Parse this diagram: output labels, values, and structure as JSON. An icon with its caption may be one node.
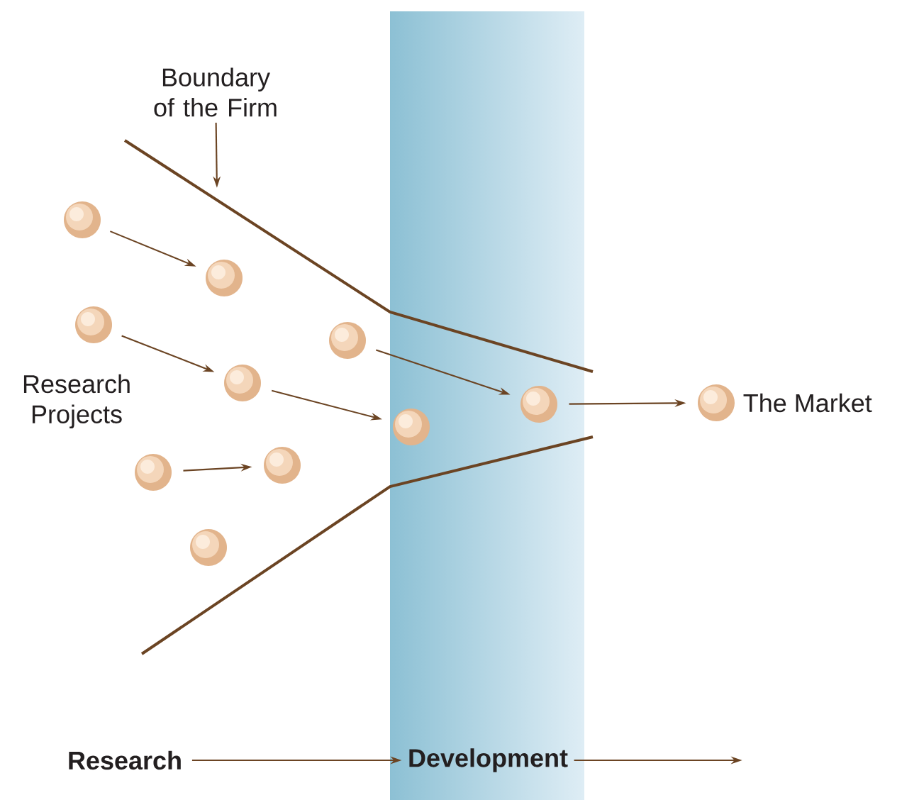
{
  "diagram": {
    "nodes": [
      {
        "text": [
          "Boundary of the Firm"
        ]
      },
      {
        "text": [],
        "shape": "circle"
      },
      {
        "text": [],
        "shape": "circle"
      },
      {
        "text": [],
        "shape": "circle"
      },
      {
        "text": [],
        "shape": "circle"
      },
      {
        "text": [],
        "shape": "circle"
      },
      {
        "text": [],
        "shape": "circle"
      },
      {
        "text": [],
        "shape": "circle",
        "beside": [
          "The Market"
        ]
      },
      {
        "text": [],
        "shape": "circle"
      },
      {
        "text": [],
        "shape": "circle"
      },
      {
        "text": [],
        "shape": "circle"
      },
      {
        "text": [],
        "shape": "circle"
      },
      {
        "text": [
          "Research"
        ]
      },
      {
        "text": [
          "Development"
        ]
      }
    ],
    "edges": [
      {
        "from": 0,
        "to": null,
        "arrow": "to"
      },
      {
        "from": 1,
        "to": 2,
        "arrow": "to"
      },
      {
        "from": 3,
        "to": 5,
        "arrow": "to"
      },
      {
        "from": 10,
        "to": 9,
        "arrow": "to"
      },
      {
        "from": 5,
        "to": 8,
        "arrow": "to"
      },
      {
        "from": 4,
        "to": 6,
        "arrow": "to"
      },
      {
        "from": 6,
        "to": 7,
        "arrow": "to"
      },
      {
        "from": 12,
        "to": 13,
        "arrow": "to"
      },
      {
        "from": 13,
        "to": null,
        "arrow": "to"
      }
    ],
    "labels": [
      "Research Projects"
    ]
  }
}
